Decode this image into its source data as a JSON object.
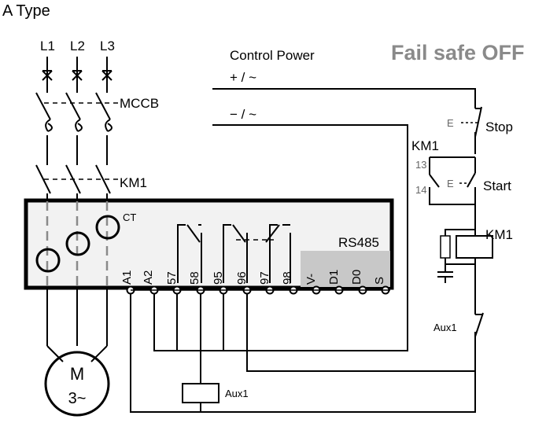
{
  "title": "A Type",
  "mode": "Fail safe OFF",
  "phases": [
    "L1",
    "L2",
    "L3"
  ],
  "breaker": "MCCB",
  "contactor": "KM1",
  "ct": "CT",
  "control_power": {
    "label": "Control Power",
    "positive": "+ / ~",
    "negative": "− / ~"
  },
  "terminals": [
    "A1",
    "A2",
    "57",
    "58",
    "95",
    "96",
    "97",
    "98",
    "V-",
    "D1",
    "D0",
    "S"
  ],
  "comm": "RS485",
  "motor": {
    "line1": "M",
    "line2": "3~"
  },
  "aux": "Aux1",
  "control": {
    "stop": "Stop",
    "start": "Start",
    "km1_holding": "KM1",
    "km1_coil": "KM1",
    "contact_13": "13",
    "contact_14": "14",
    "aux1_contact": "Aux1",
    "actuator": "E"
  }
}
